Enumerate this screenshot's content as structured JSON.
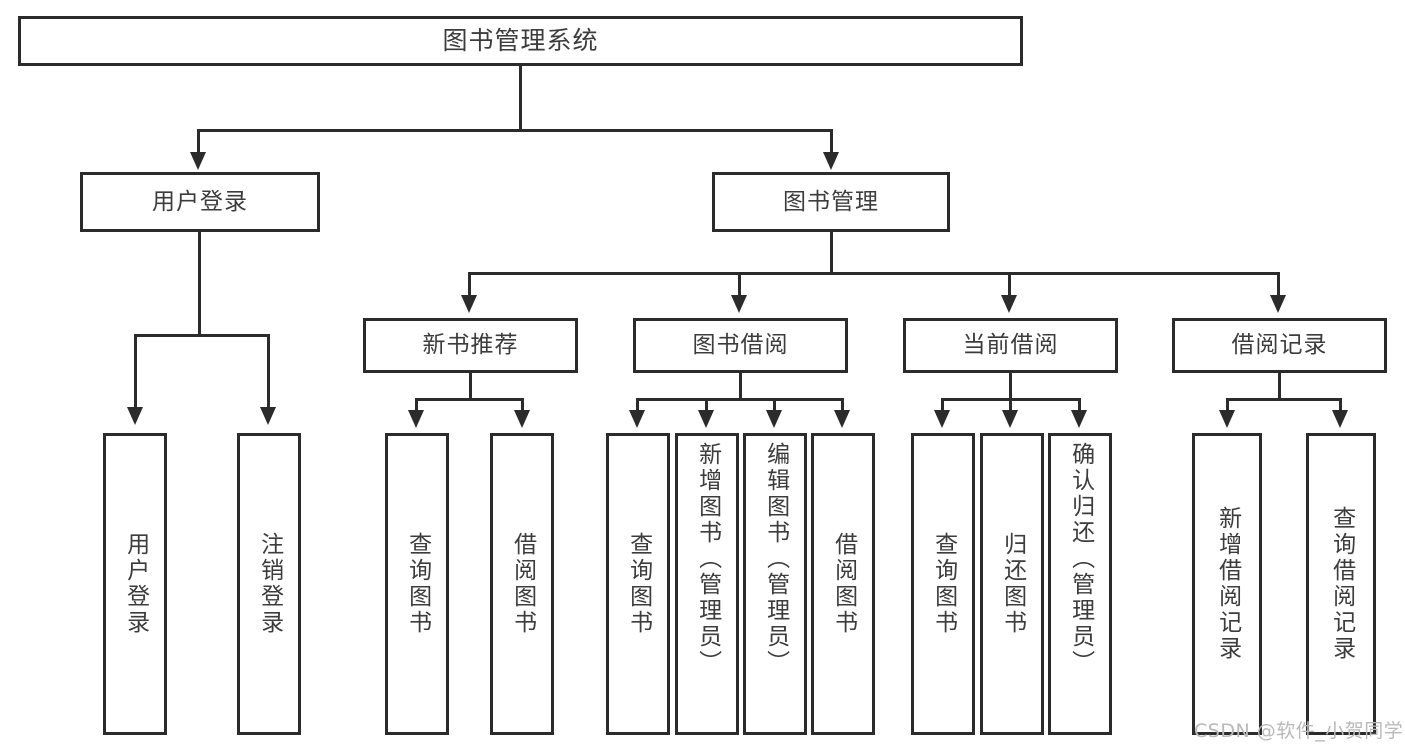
{
  "diagram": {
    "type": "hierarchy-tree",
    "title": "图书管理系统",
    "root": {
      "label": "图书管理系统"
    },
    "level2": [
      {
        "label": "用户登录"
      },
      {
        "label": "图书管理"
      }
    ],
    "level3": [
      {
        "label": "新书推荐"
      },
      {
        "label": "图书借阅"
      },
      {
        "label": "当前借阅"
      },
      {
        "label": "借阅记录"
      }
    ],
    "leaves": {
      "user_login": [
        {
          "label": "用户登录"
        },
        {
          "label": "注销登录"
        }
      ],
      "new_book_recommend": [
        {
          "label": "查询图书"
        },
        {
          "label": "借阅图书"
        }
      ],
      "book_borrow": [
        {
          "label": "查询图书"
        },
        {
          "label": "新增图书（管理员）"
        },
        {
          "label": "编辑图书（管理员）"
        },
        {
          "label": "借阅图书"
        }
      ],
      "current_borrow": [
        {
          "label": "查询图书"
        },
        {
          "label": "归还图书"
        },
        {
          "label": "确认归还（管理员）"
        }
      ],
      "borrow_record": [
        {
          "label": "新增借阅记录"
        },
        {
          "label": "查询借阅记录"
        }
      ]
    }
  },
  "watermark": {
    "text": "CSDN @软件_小贺同学"
  },
  "colors": {
    "stroke": "#2b2b2b",
    "text": "#3c3c3c",
    "background": "#ffffff",
    "watermark": "#b9b9b9"
  }
}
